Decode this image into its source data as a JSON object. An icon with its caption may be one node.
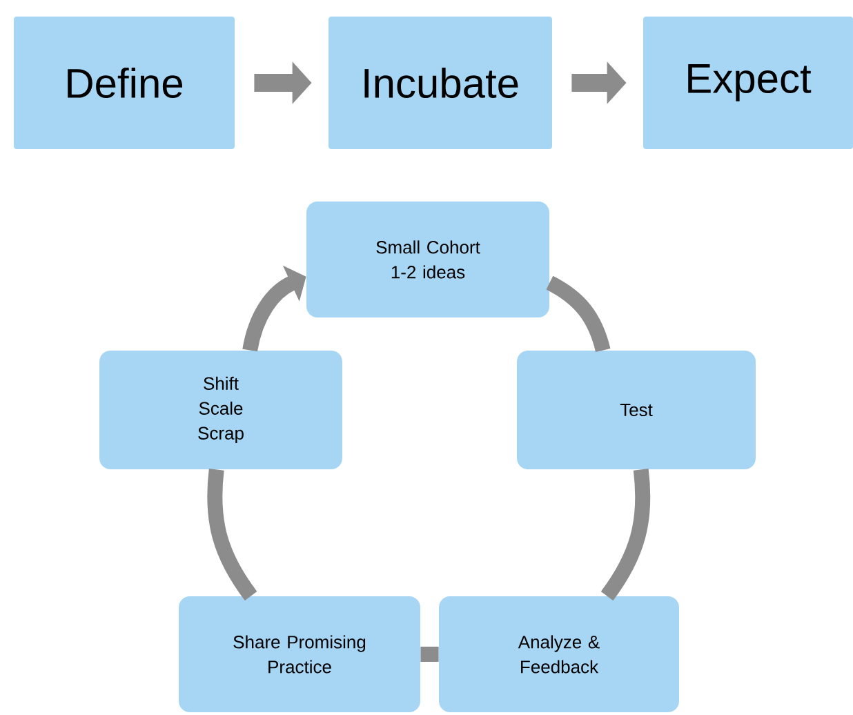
{
  "diagram": {
    "nodes": [
      {
        "text": [
          "Define"
        ]
      },
      {
        "text": [
          "Incubate"
        ]
      },
      {
        "text": [
          "Expect"
        ]
      },
      {
        "text": [
          "Small Cohort 1-2 ideas"
        ]
      },
      {
        "text": [
          "Shift Scale Scrap"
        ]
      },
      {
        "text": [
          "Test"
        ]
      },
      {
        "text": [
          "Share Promising Practice"
        ]
      },
      {
        "text": [
          "Analyze & Feedback"
        ]
      }
    ],
    "edges": [
      {
        "from": 0,
        "to": 1,
        "arrow": "to"
      },
      {
        "from": 1,
        "to": 2,
        "arrow": "to"
      },
      {
        "from": 3,
        "to": 5,
        "arrow": "none"
      },
      {
        "from": 5,
        "to": 7,
        "arrow": "none"
      },
      {
        "from": 7,
        "to": 6,
        "arrow": "none"
      },
      {
        "from": 6,
        "to": 4,
        "arrow": "none"
      },
      {
        "from": 4,
        "to": 3,
        "arrow": "to"
      }
    ]
  }
}
